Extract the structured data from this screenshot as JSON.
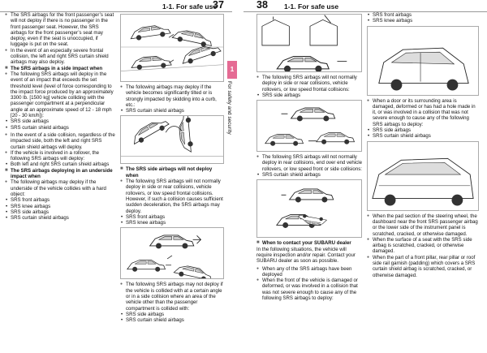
{
  "header": {
    "left_section": "1-1. For safe use",
    "left_page": "37",
    "right_page": "38",
    "right_section": "1-1. For safe use"
  },
  "side_tab": {
    "chapter": "1",
    "title": "For safety and security"
  },
  "col1": {
    "b1": "The SRS airbags for the front passenger’s seat will not deploy if there is no passenger in the front passenger seat. However, the SRS airbags for the front passenger’s seat may deploy, even if the seat is unoccupied, if luggage is put on the seat.",
    "b2": "In the event of an especially severe frontal collision, the left and right SRS curtain shield airbags may also deploy.",
    "h1": "The SRS airbags in a side impact when",
    "b3": "The following SRS airbags will deploy in the event of an impact that exceeds the set threshold level (level of force corresponding to the impact force produced by an approximately 3300 lb. [1500 kg] vehicle colliding with the passenger compartment at a perpendicular angle at an approximate speed of 12 - 18 mph [20 - 30 km/h]):",
    "b3_items": [
      "SRS side airbags",
      "SRS curtain shield airbags"
    ],
    "b4": "In the event of a side collision, regardless of the impacted side, both the left and right SRS curtain shield airbags will deploy.",
    "b5": "If the vehicle is involved in a rollover, the following SRS airbags will deploy:",
    "b5_items": [
      "Both left and right SRS curtain shield airbags"
    ],
    "h2": "The SRS airbags deploying in an underside impact when",
    "b6": "The following airbags may deploy if the underside of the vehicle collides with a hard object:",
    "b6_items": [
      "SRS front airbags",
      "SRS knee airbags",
      "SRS side airbags",
      "SRS curtain shield airbags"
    ]
  },
  "col2": {
    "b1": "The following airbags may deploy if the vehicle becomes significantly tilted or is strongly impacted by skidding into a curb, etc.:",
    "b1_items": [
      "SRS curtain shield airbags"
    ],
    "h1": "The SRS side airbags will not deploy when",
    "b2": "The following SRS airbags will not normally deploy in side or rear collisions, vehicle rollovers, or low speed frontal collisions. However, if such a collision causes sufficient sudden deceleration, the SRS airbags may deploy.",
    "b2_items": [
      "SRS front airbags",
      "SRS knee airbags"
    ],
    "b3": "The following SRS airbags may not deploy if the vehicle is collided with at a certain angle or in a side collision where an area of the vehicle other than the passenger compartment is collided with:",
    "b3_items": [
      "SRS side airbags",
      "SRS curtain shield airbags"
    ]
  },
  "col3": {
    "b1": "The following SRS airbags will not normally deploy in side or rear collisions, vehicle rollovers, or low speed frontal collisions:",
    "b1_items": [
      "SRS side airbags"
    ],
    "b2": "The following SRS airbags will not normally deploy in rear collisions, end over end vehicle rollovers, or low speed front or side collisions:",
    "b2_items": [
      "SRS curtain shield airbags"
    ],
    "h1": "When to contact your SUBARU dealer",
    "p1": "In the following situations, the vehicle will require inspection and/or repair. Contact your SUBARU dealer as soon as possible.",
    "b3": "When any of the SRS airbags have been deployed",
    "b4": "When the front of the vehicle is damaged or deformed, or was involved in a collision that was not severe enough to cause any of the following SRS airbags to deploy:"
  },
  "col4": {
    "items_top": [
      "SRS front airbags",
      "SRS knee airbags"
    ],
    "b1": "When a door or its surrounding area is damaged, deformed or has had a hole made in it, or was involved in a collision that was not severe enough to cause any of the following SRS airbags to deploy:",
    "b1_items": [
      "SRS side airbags",
      "SRS curtain shield airbags"
    ],
    "b2": "When the pad section of the steering wheel, the dashboard near the front SRS passenger airbag or the lower side of the instrument panel is scratched, cracked, or otherwise damaged.",
    "b3": "When the surface of a seat with the SRS side airbag is scratched, cracked, or otherwise damaged.",
    "b4": "When the part of a front pillar, rear pillar or roof side rail garnish (padding) which covers a SRS curtain shield airbag is scratched, cracked, or otherwise damaged."
  }
}
